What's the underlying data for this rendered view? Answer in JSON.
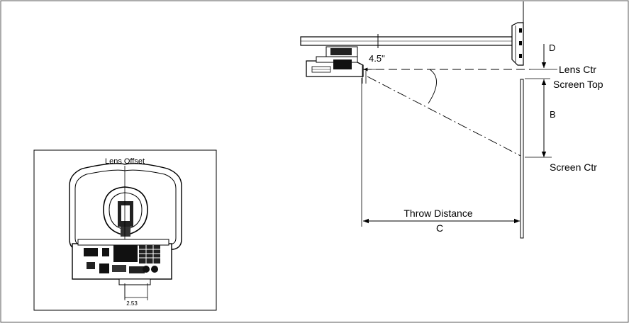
{
  "labels": {
    "lens_offset": "Lens Offset",
    "offset_value": "2.53",
    "distance_45": "4.5\"",
    "d": "D",
    "lens_ctr": "Lens Ctr",
    "screen_top": "Screen Top",
    "b": "B",
    "screen_ctr": "Screen Ctr",
    "throw_distance": "Throw Distance",
    "c": "C"
  },
  "colors": {
    "line": "#000000",
    "background": "#ffffff",
    "frame": "#5a5a5a"
  }
}
